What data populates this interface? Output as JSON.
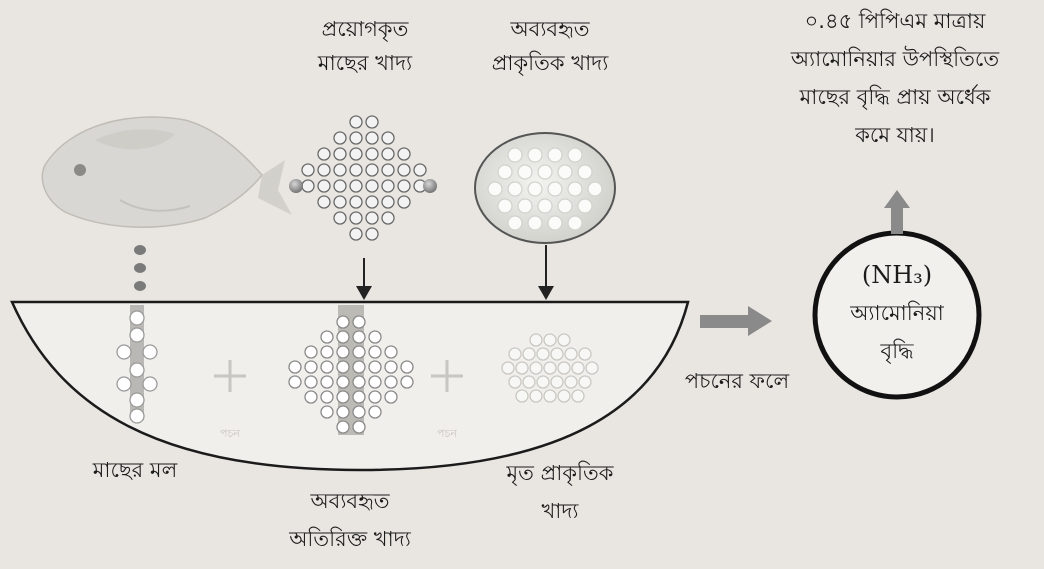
{
  "labels": {
    "applied_feed_line1": "প্রয়োগকৃত",
    "applied_feed_line2": "মাছের খাদ্য",
    "unused_natural_line1": "অব্যবহৃত",
    "unused_natural_line2": "প্রাকৃতিক খাদ্য",
    "note_line1": "০.৪৫ পিপিএম মাত্রায়",
    "note_line2": "অ্যামোনিয়ার উপস্থিতিতে",
    "note_line3": "মাছের বৃদ্ধি প্রায় অর্ধেক",
    "note_line4": "কমে যায়।",
    "fish_waste": "মাছের মল",
    "unused_extra_line1": "অব্যবহৃত",
    "unused_extra_line2": "অতিরিক্ত খাদ্য",
    "dead_natural_line1": "মৃত প্রাকৃতিক",
    "dead_natural_line2": "খাদ্য",
    "decomposition": "পচনের ফলে",
    "nh3": "(NH₃)",
    "ammonia": "অ্যামোনিয়া",
    "increase": "বৃদ্ধি",
    "faint_left": "পচন",
    "faint_right": "পচন"
  },
  "colors": {
    "ink": "#1b1b1b",
    "arrow_gray": "#8a8a8a",
    "pond_fill": "#f1efeb",
    "bead": "#9b9b9b"
  }
}
